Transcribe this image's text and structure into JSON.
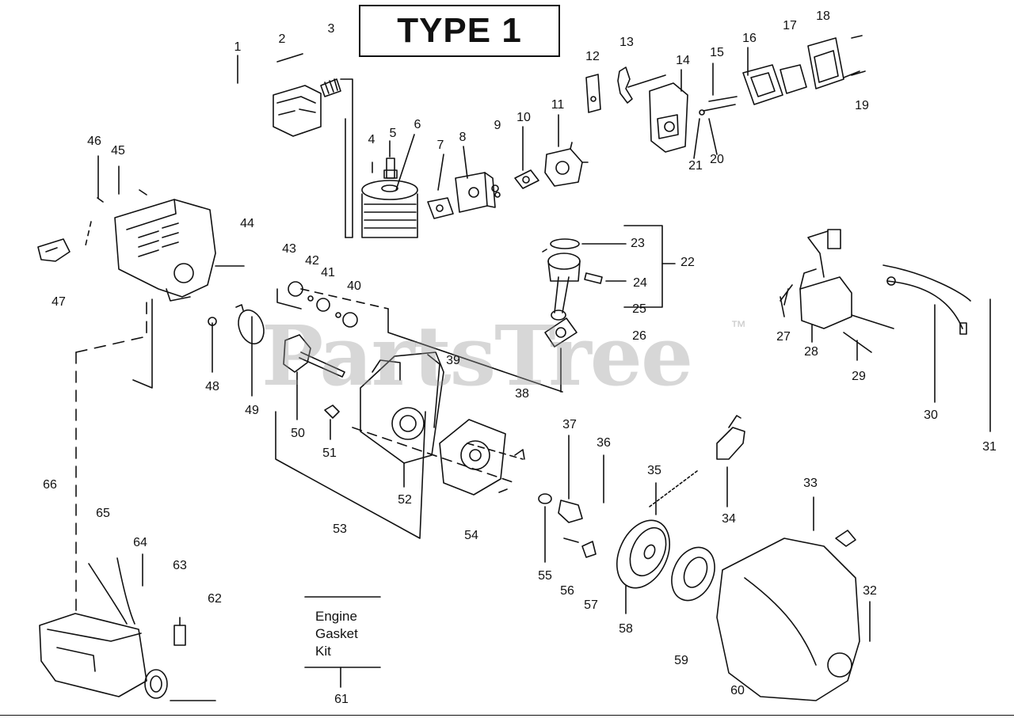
{
  "title": "TYPE 1",
  "watermark": "PartsTree",
  "watermark_mark": "™",
  "kit_label": [
    "Engine",
    "Gasket",
    "Kit"
  ],
  "callouts": [
    "1",
    "2",
    "3",
    "4",
    "5",
    "6",
    "7",
    "8",
    "9",
    "10",
    "11",
    "12",
    "13",
    "14",
    "15",
    "16",
    "17",
    "18",
    "19",
    "20",
    "21",
    "22",
    "23",
    "24",
    "25",
    "26",
    "27",
    "28",
    "29",
    "30",
    "31",
    "32",
    "33",
    "34",
    "35",
    "36",
    "37",
    "38",
    "39",
    "40",
    "41",
    "42",
    "43",
    "44",
    "45",
    "46",
    "47",
    "48",
    "49",
    "50",
    "51",
    "52",
    "53",
    "54",
    "55",
    "56",
    "57",
    "58",
    "59",
    "60",
    "61",
    "62",
    "63",
    "64",
    "65",
    "66"
  ]
}
